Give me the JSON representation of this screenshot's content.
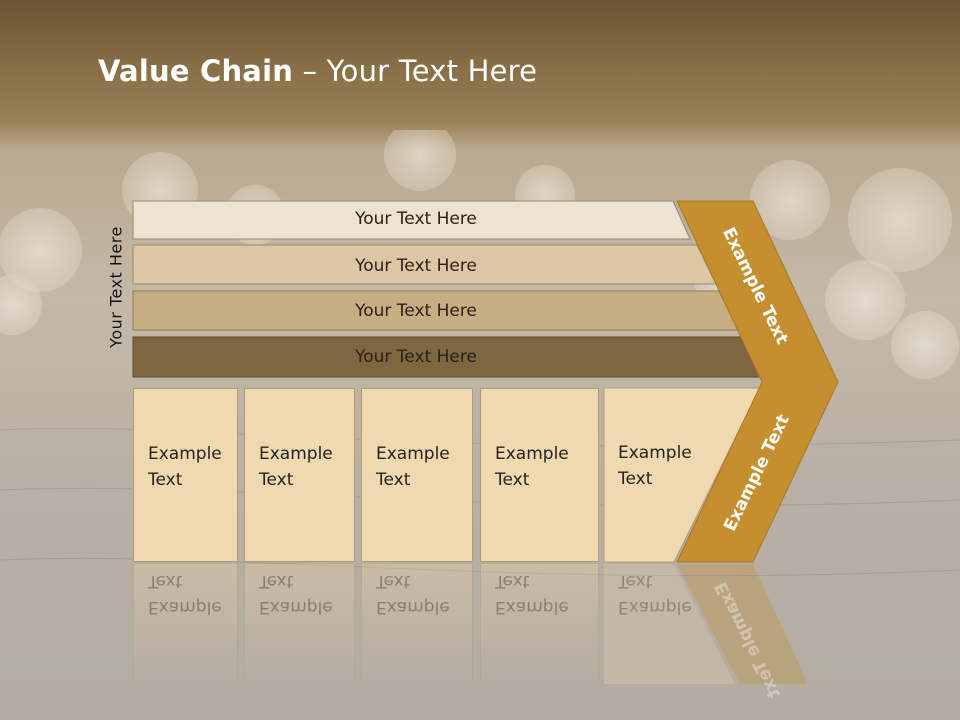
{
  "title": {
    "bold": "Value Chain",
    "rest": " – Your Text Here"
  },
  "side_label": "Your Text Here",
  "bands": [
    {
      "label": "Your Text Here",
      "color": "#ede3d3"
    },
    {
      "label": "Your Text Here",
      "color": "#dcc6a4"
    },
    {
      "label": "Your Text Here",
      "color": "#c7ad82"
    },
    {
      "label": "Your Text Here",
      "color": "#7e6642"
    }
  ],
  "columns": [
    {
      "line1": "Example",
      "line2": "Text"
    },
    {
      "line1": "Example",
      "line2": "Text"
    },
    {
      "line1": "Example",
      "line2": "Text"
    },
    {
      "line1": "Example",
      "line2": "Text"
    },
    {
      "line1": "Example",
      "line2": "Text"
    }
  ],
  "chevron": {
    "top_label": "Example Text",
    "bottom_label": "Example Text",
    "color": "#c58e2f"
  }
}
